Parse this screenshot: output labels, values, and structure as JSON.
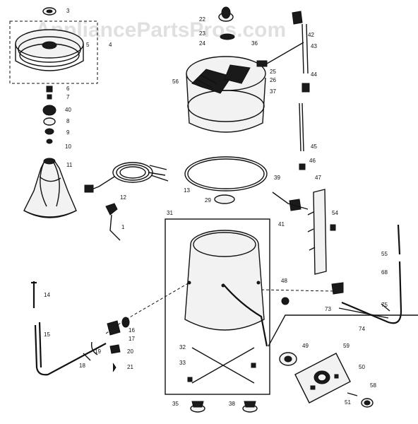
{
  "watermark": "AppliancePartsPros.com",
  "part_numbers": [
    "3",
    "4",
    "5",
    "6",
    "7",
    "40",
    "8",
    "9",
    "10",
    "11",
    "12",
    "1",
    "14",
    "15",
    "16",
    "17",
    "18",
    "19",
    "20",
    "21",
    "22",
    "23",
    "24",
    "36",
    "25",
    "26",
    "56",
    "37",
    "42",
    "43",
    "44",
    "45",
    "46",
    "47",
    "39",
    "41",
    "54",
    "13",
    "29",
    "31",
    "32",
    "33",
    "35",
    "38",
    "48",
    "73",
    "74",
    "75",
    "55",
    "68",
    "49",
    "59",
    "50",
    "51",
    "58"
  ]
}
